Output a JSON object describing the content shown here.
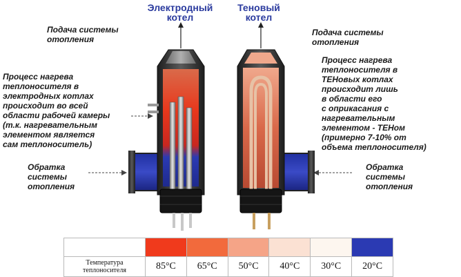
{
  "titles": {
    "electrode": [
      "Электродный",
      "котел"
    ],
    "ten": [
      "Теновый",
      "котел"
    ]
  },
  "left": {
    "supply": [
      "Подача системы",
      "отопления"
    ],
    "process": [
      "Процесс нагрева",
      "теплоносителя в",
      "электродных котлах",
      "происходит во всей",
      "области рабочей камеры",
      "(т.к. нагревательным",
      "элементом является",
      "сам теплоноситель)"
    ],
    "return": [
      "Обратка",
      "системы",
      "отопления"
    ]
  },
  "right": {
    "supply": [
      "Подача системы",
      "отопления"
    ],
    "process": [
      "Процесс нагрева",
      "теплоносителя в",
      "ТЕНовых котлах",
      "происходит лишь",
      "в области его",
      "с оприкасания с",
      "нагревательным",
      "элементом - ТЕНом",
      "(примерно 7-10% от",
      "объема теплоносителя)"
    ],
    "return": [
      "Обратка",
      "системы",
      "отопления"
    ]
  },
  "legend": {
    "heading": [
      "Температура",
      "теплоносителя"
    ],
    "temperatures": [
      {
        "label": "85°C",
        "color": "#f03a1c"
      },
      {
        "label": "65°C",
        "color": "#f26a3c"
      },
      {
        "label": "50°C",
        "color": "#f5a487"
      },
      {
        "label": "40°C",
        "color": "#fbe1d3"
      },
      {
        "label": "30°C",
        "color": "#fdf6ef"
      },
      {
        "label": "20°C",
        "color": "#2b3ab3"
      }
    ]
  },
  "colors": {
    "title": "#2a3a9e",
    "hot": "#e8381c",
    "warm": "#d9694a",
    "cold": "#2b3ab3",
    "shell": "#3a3a3a"
  }
}
